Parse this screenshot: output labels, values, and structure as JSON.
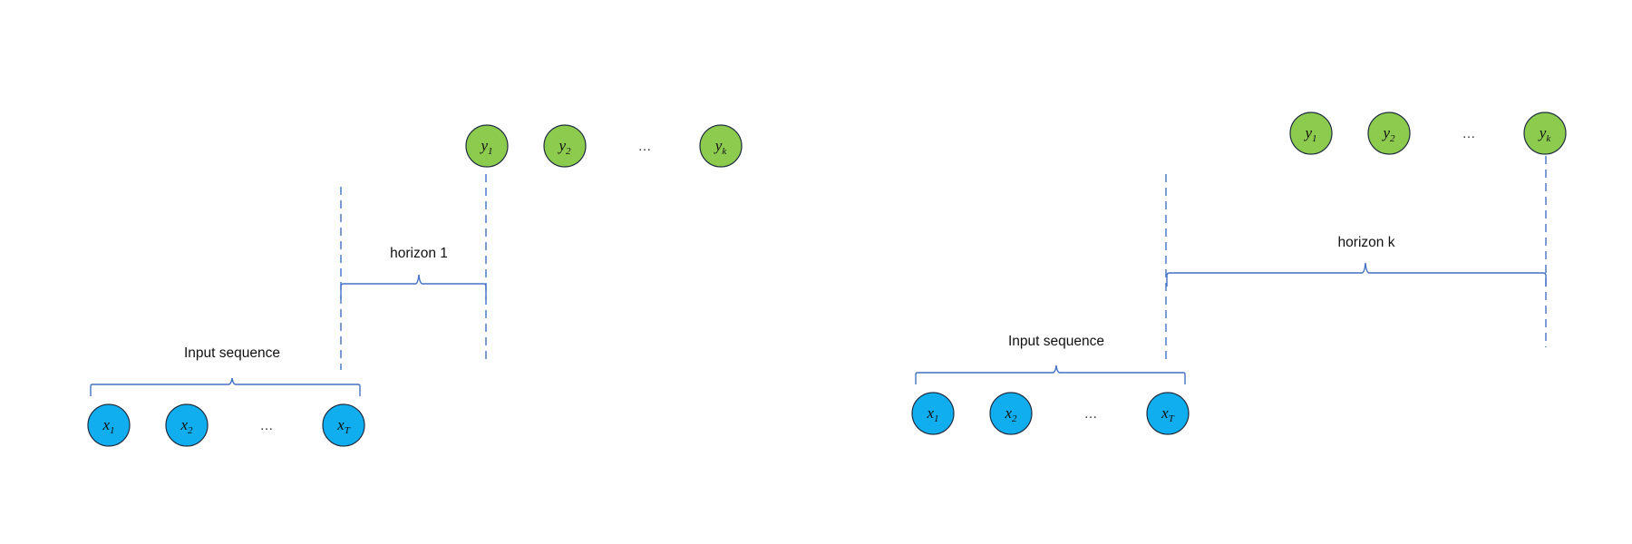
{
  "colors": {
    "input_node": "#10aeee",
    "output_node": "#8dcb4f",
    "line": "#4472c4"
  },
  "left_panel": {
    "input_label": "Input sequence",
    "horizon_label": "horizon 1",
    "inputs": [
      {
        "base": "x",
        "sub": "1"
      },
      {
        "base": "x",
        "sub": "2"
      },
      {
        "base": "x",
        "sub": "T"
      }
    ],
    "outputs": [
      {
        "base": "y",
        "sub": "1"
      },
      {
        "base": "y",
        "sub": "2"
      },
      {
        "base": "y",
        "sub": "k"
      }
    ],
    "input_ellipsis": "…",
    "output_ellipsis": "…"
  },
  "right_panel": {
    "input_label": "Input sequence",
    "horizon_label": "horizon k",
    "inputs": [
      {
        "base": "x",
        "sub": "1"
      },
      {
        "base": "x",
        "sub": "2"
      },
      {
        "base": "x",
        "sub": "T"
      }
    ],
    "outputs": [
      {
        "base": "y",
        "sub": "1"
      },
      {
        "base": "y",
        "sub": "2"
      },
      {
        "base": "y",
        "sub": "k"
      }
    ],
    "input_ellipsis": "…",
    "output_ellipsis": "…"
  }
}
